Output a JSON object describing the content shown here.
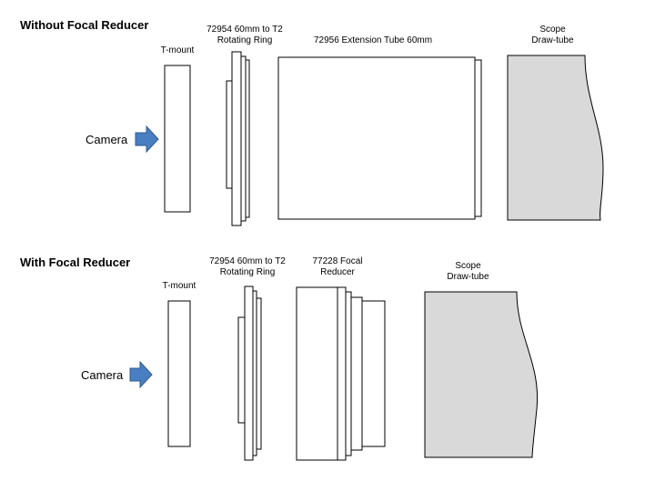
{
  "section_without": {
    "title": "Without Focal Reducer",
    "camera_label": "Camera",
    "tmount_label": "T-mount",
    "ring_label": [
      "72954 60mm to T2",
      "Rotating Ring"
    ],
    "tube_label": "72956 Extension Tube 60mm",
    "scope_label": [
      "Scope",
      "Draw-tube"
    ]
  },
  "section_with": {
    "title": "With Focal Reducer",
    "camera_label": "Camera",
    "tmount_label": "T-mount",
    "ring_label": [
      "72954 60mm to T2",
      "Rotating Ring"
    ],
    "reducer_label": [
      "77228 Focal",
      "Reducer"
    ],
    "scope_label": [
      "Scope",
      "Draw-tube"
    ]
  },
  "colors": {
    "arrow_fill": "#4a7ec2",
    "arrow_stroke": "#2e5a8f",
    "scope_fill": "#d9d9d9",
    "line": "#000000"
  }
}
